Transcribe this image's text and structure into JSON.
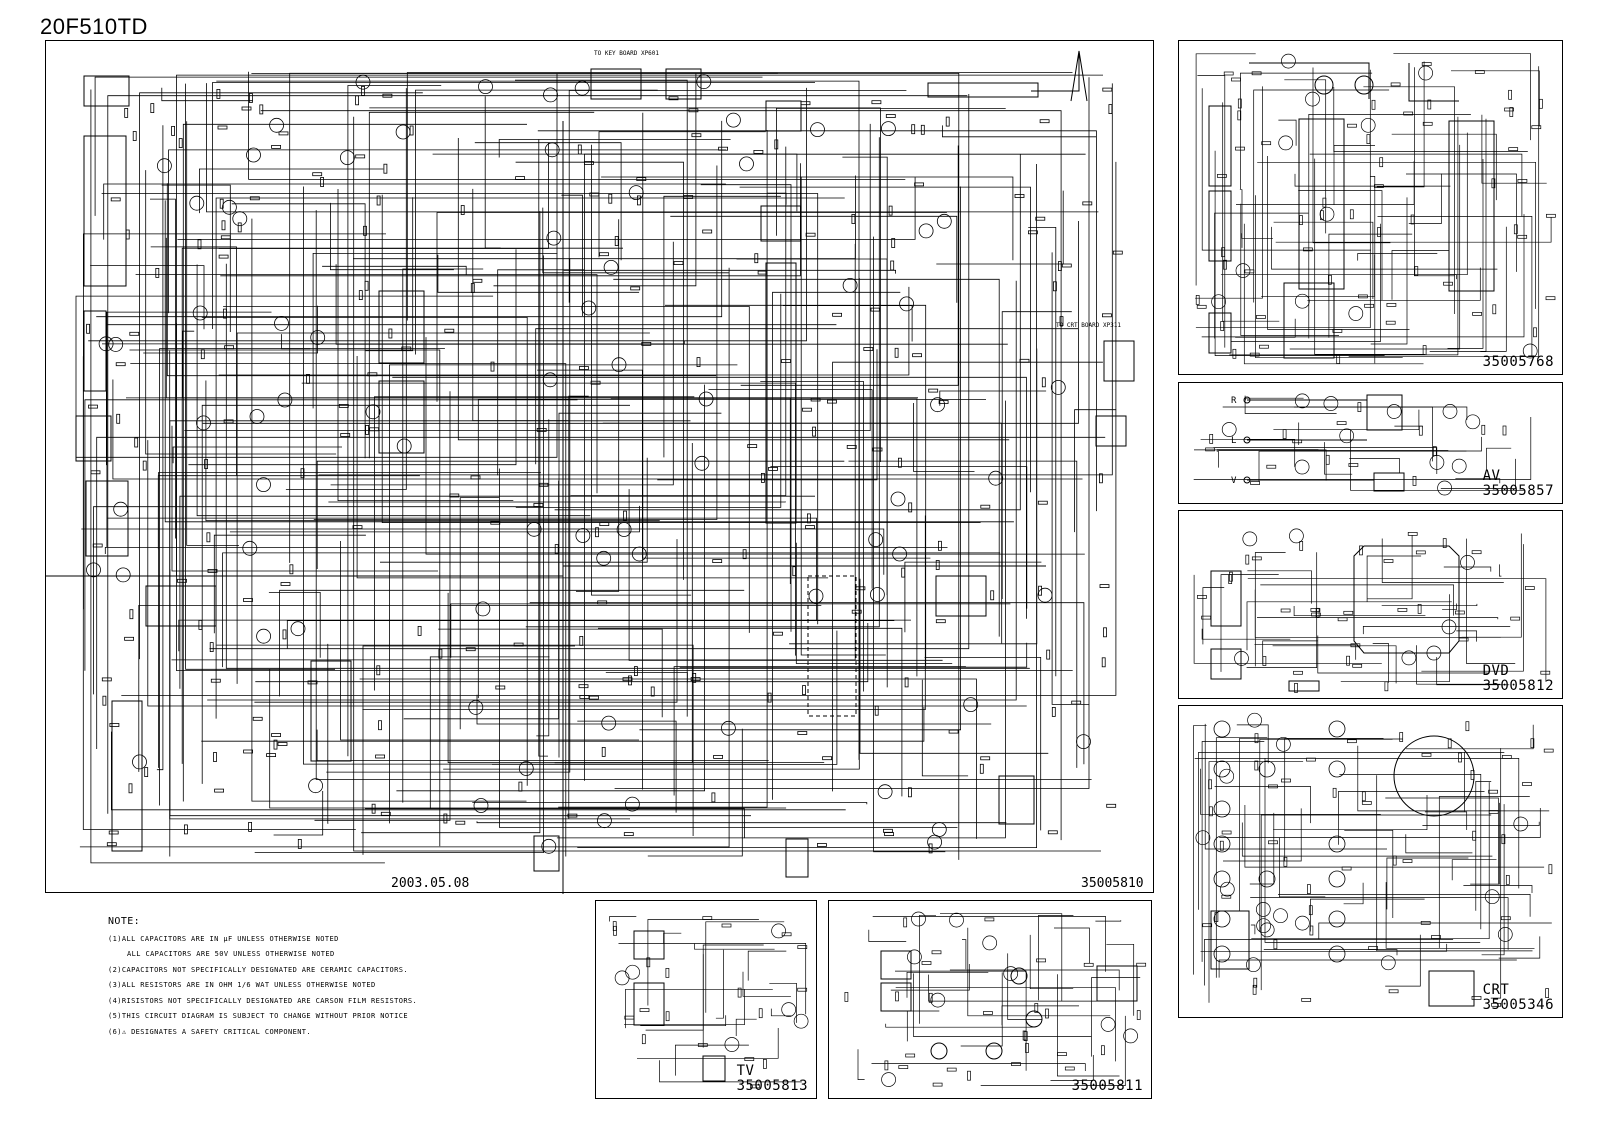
{
  "document": {
    "title": "20F510TD"
  },
  "main_board": {
    "date": "2003.05.08",
    "part_number": "35005810",
    "connector_labels": {
      "key_board": "TO KEY BOARD XP601",
      "crt_board": "TO CRT BOARD XP311"
    }
  },
  "notes": {
    "heading": "NOTE:",
    "lines": [
      "(1)ALL CAPACITORS ARE IN µF UNLESS OTHERWISE NOTED",
      "ALL CAPACITORS ARE 50V UNLESS OTHERWISE NOTED",
      "(2)CAPACITORS NOT SPECIFICALLY DESIGNATED ARE CERAMIC CAPACITORS.",
      "(3)ALL RESISTORS ARE IN OHM 1/6 WAT UNLESS OTHERWISE NOTED",
      "(4)RISISTORS NOT SPECIFICALLY DESIGNATED ARE CARSON FILM RESISTORS.",
      "(5)THIS CIRCUIT DIAGRAM IS SUBJECT TO CHANGE WITHOUT PRIOR NOTICE",
      "(6)⚠ DESIGNATES A SAFETY CRITICAL COMPONENT."
    ]
  },
  "boards": {
    "top_right": {
      "name": "",
      "number": "35005768"
    },
    "av": {
      "name": "AV",
      "number": "35005857"
    },
    "dvd": {
      "name": "DVD",
      "number": "35005812"
    },
    "crt": {
      "name": "CRT",
      "number": "35005346"
    },
    "tv": {
      "name": "TV",
      "number": "35005813"
    },
    "key": {
      "name": "",
      "number": "35005811"
    }
  }
}
